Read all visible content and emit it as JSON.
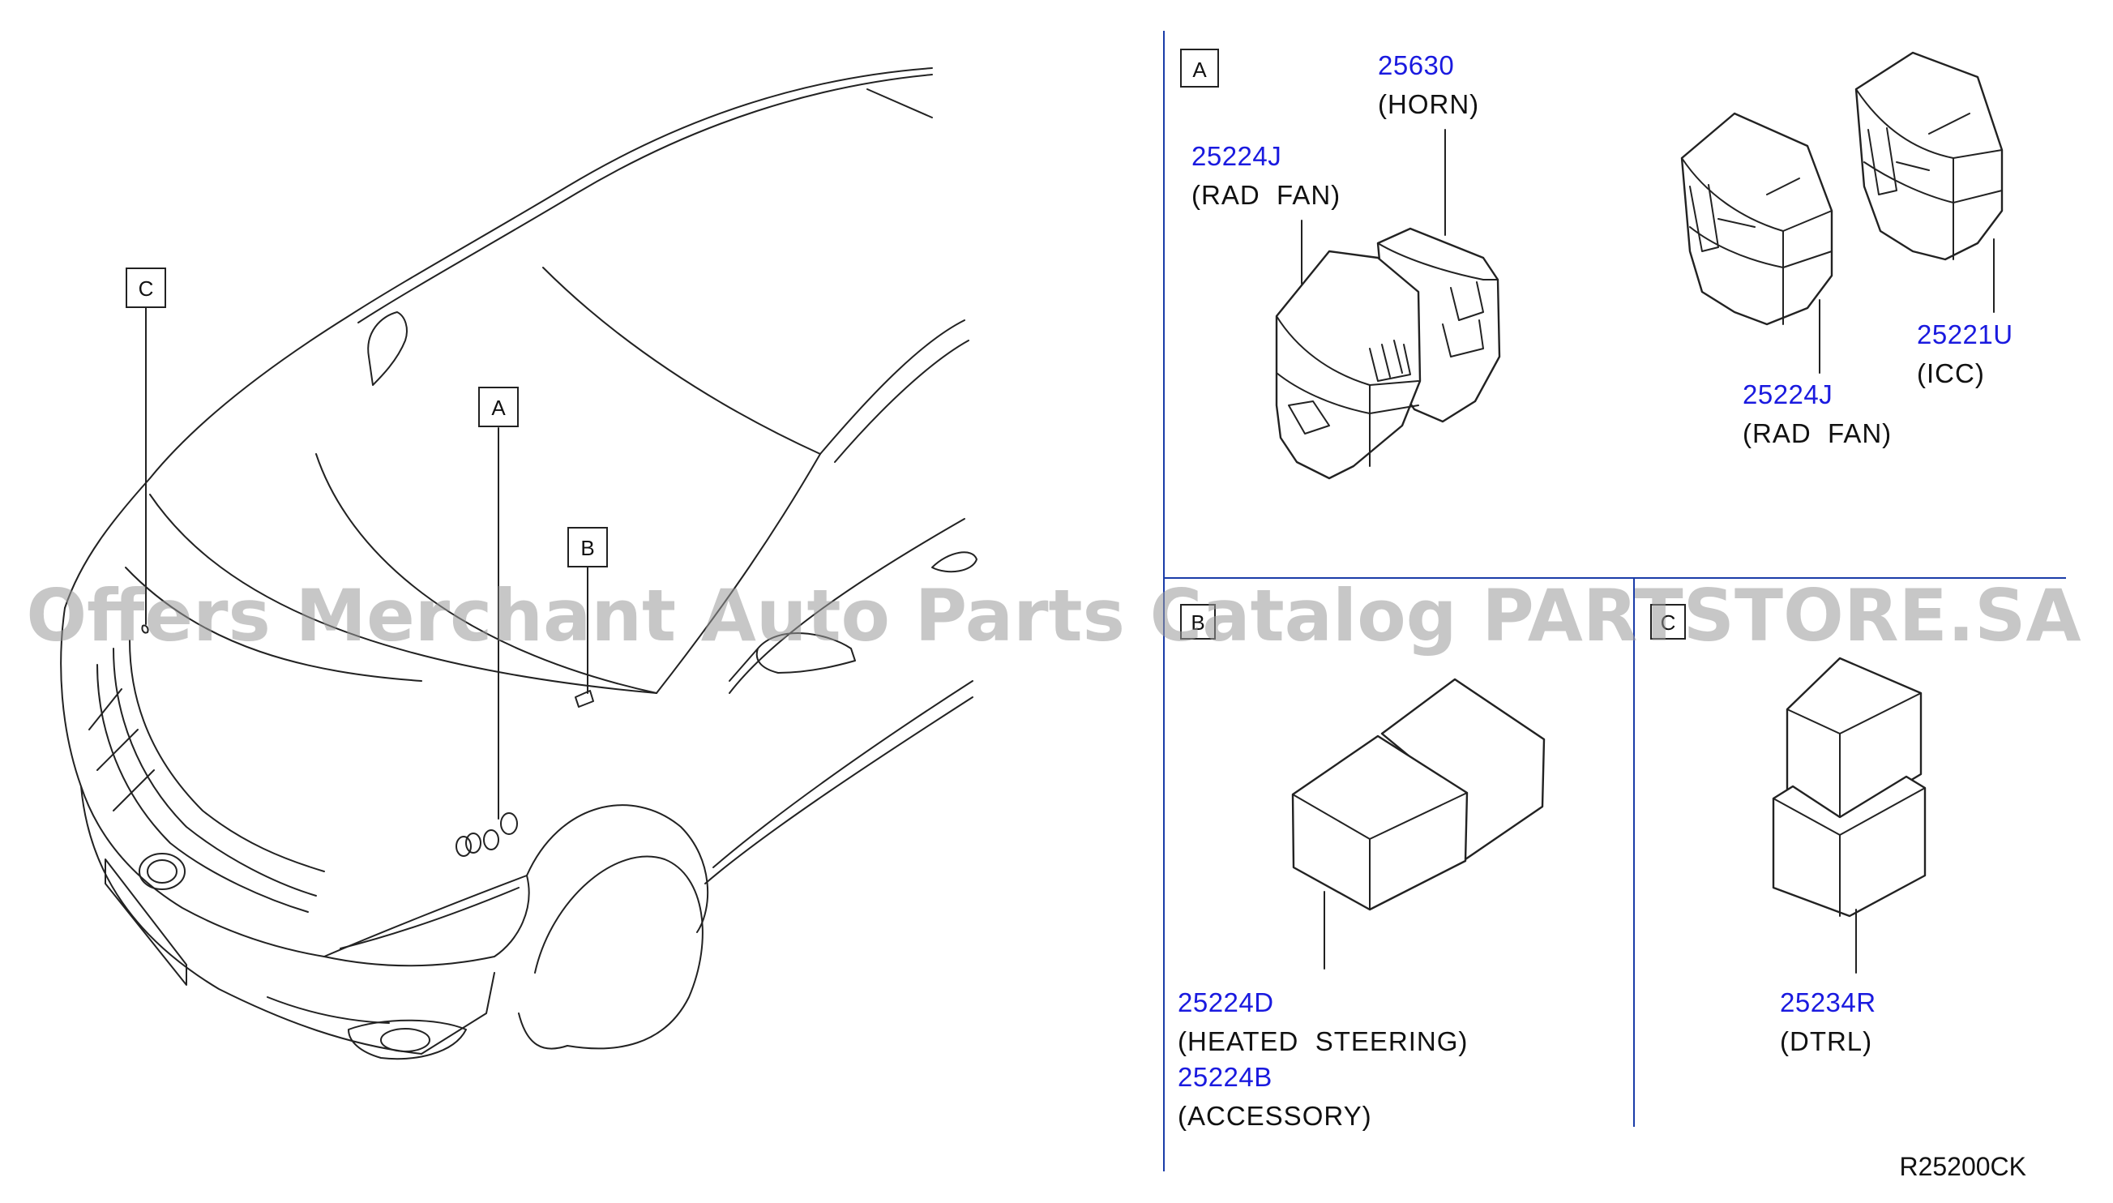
{
  "diagram_code": "R25200CK",
  "watermark": "Offers Merchant Auto Parts Catalog PARTSTORE.SA",
  "car_callouts": {
    "a": "A",
    "b": "B",
    "c": "C"
  },
  "panels": {
    "a": {
      "label": "A",
      "parts": [
        {
          "number": "25630",
          "description": "(HORN)"
        },
        {
          "number": "25224J",
          "description": "(RAD  FAN)"
        },
        {
          "number": "25224J",
          "description": "(RAD  FAN)"
        },
        {
          "number": "25221U",
          "description": "(ICC)"
        }
      ]
    },
    "b": {
      "label": "B",
      "parts": [
        {
          "number": "25224D",
          "description": "(HEATED  STEERING)"
        },
        {
          "number": "25224B",
          "description": "(ACCESSORY)"
        }
      ]
    },
    "c": {
      "label": "C",
      "parts": [
        {
          "number": "25234R",
          "description": "(DTRL)"
        }
      ]
    }
  }
}
